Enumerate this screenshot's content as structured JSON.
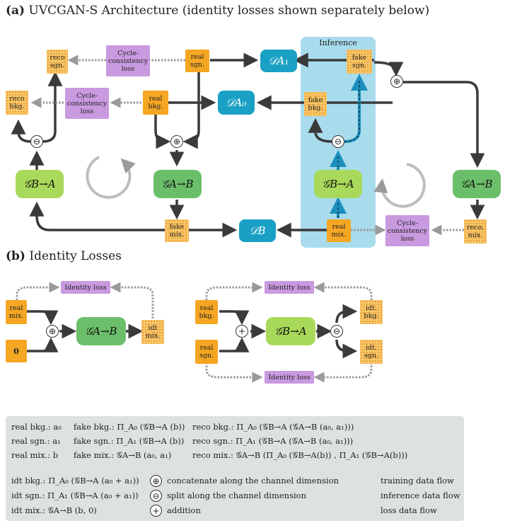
{
  "heading_a": {
    "label": "(a)",
    "text": "UVCGAN-S Architecture (identity losses shown separately below)"
  },
  "heading_b": {
    "label": "(b)",
    "text": "Identity Losses"
  },
  "inference_label": "Inference",
  "boxes_a": {
    "reco_sgn": "reco sgn.",
    "cycle_loss_top": "Cycle-consistency loss",
    "real_sgn": "real sgn.",
    "fake_sgn": "fake sgn.",
    "reco_bkg": "reco bkg.",
    "cycle_loss_mid": "Cycle-consistency loss",
    "real_bkg": "real bkg.",
    "fake_bkg": "fake bkg.",
    "fake_mix": "fake mix.",
    "real_mix": "real mix.",
    "cycle_loss_bottom": "Cycle-consistency loss",
    "reco_mix": "reco. mix."
  },
  "discriminators": {
    "d_a1": "𝒟A₁",
    "d_a0": "𝒟A₀",
    "d_b": "𝒟B"
  },
  "generators": {
    "g_ba_left": "𝒢B→A",
    "g_ab_mid": "𝒢A→B",
    "g_ba_infer": "𝒢B→A",
    "g_ab_right": "𝒢A→B",
    "g_ab_idt": "𝒢A→B",
    "g_ba_idt": "𝒢B→A"
  },
  "boxes_b": {
    "identity_loss_1": "Identity loss",
    "real_mix": "real mix.",
    "zero": "0",
    "idt_mix": "idt mix.",
    "identity_loss_2": "Identity loss",
    "real_bkg": "real bkg.",
    "real_sgn": "real sgn.",
    "idt_bkg": "idt. bkg.",
    "idt_sgn": "idt. sgn.",
    "identity_loss_3": "Identity loss"
  },
  "symbols": {
    "concat": "⊕",
    "split": "⊖",
    "add": "+"
  },
  "legend": {
    "row1": [
      "real bkg.: a₀",
      "fake bkg.: Π_A₀ (𝒢B→A (b))",
      "reco bkg.: Π_A₀ (𝒢B→A (𝒢A→B (a₀, a₁)))"
    ],
    "row2": [
      "real sgn.: a₁",
      "fake sgn.: Π_A₁ (𝒢B→A (b))",
      "reco sgn.: Π_A₁ (𝒢B→A (𝒢A→B (a₀, a₁)))"
    ],
    "row3": [
      "real mix.: b",
      "fake mix.: 𝒢A→B (a₀, a₁)",
      "reco mix.: 𝒢A→B (Π_A₀ (𝒢B→A(b)) , Π_A₁ (𝒢B→A(b)))"
    ],
    "idt_bkg": "idt bkg.: Π_A₀ (𝒢B→A (a₀ + a₁))",
    "idt_sgn": "idt sgn.: Π_A₁ (𝒢B→A (a₀ + a₁))",
    "idt_mix": "idt mix.: 𝒢A→B (b, 0)",
    "concat_desc": "concatenate along the channel dimension",
    "split_desc": "split along the channel dimension",
    "add_desc": "addition",
    "training_flow": "training data flow",
    "inference_flow": "inference data flow",
    "loss_flow": "loss data flow"
  },
  "colors": {
    "real": "#f5a623",
    "loss": "#c99ae0",
    "gen_dark": "#6cbf6a",
    "gen_light": "#a9d95a",
    "disc": "#1aa0c4",
    "inference_bg": "#a8dcec",
    "legend_bg": "#dde1e1"
  }
}
